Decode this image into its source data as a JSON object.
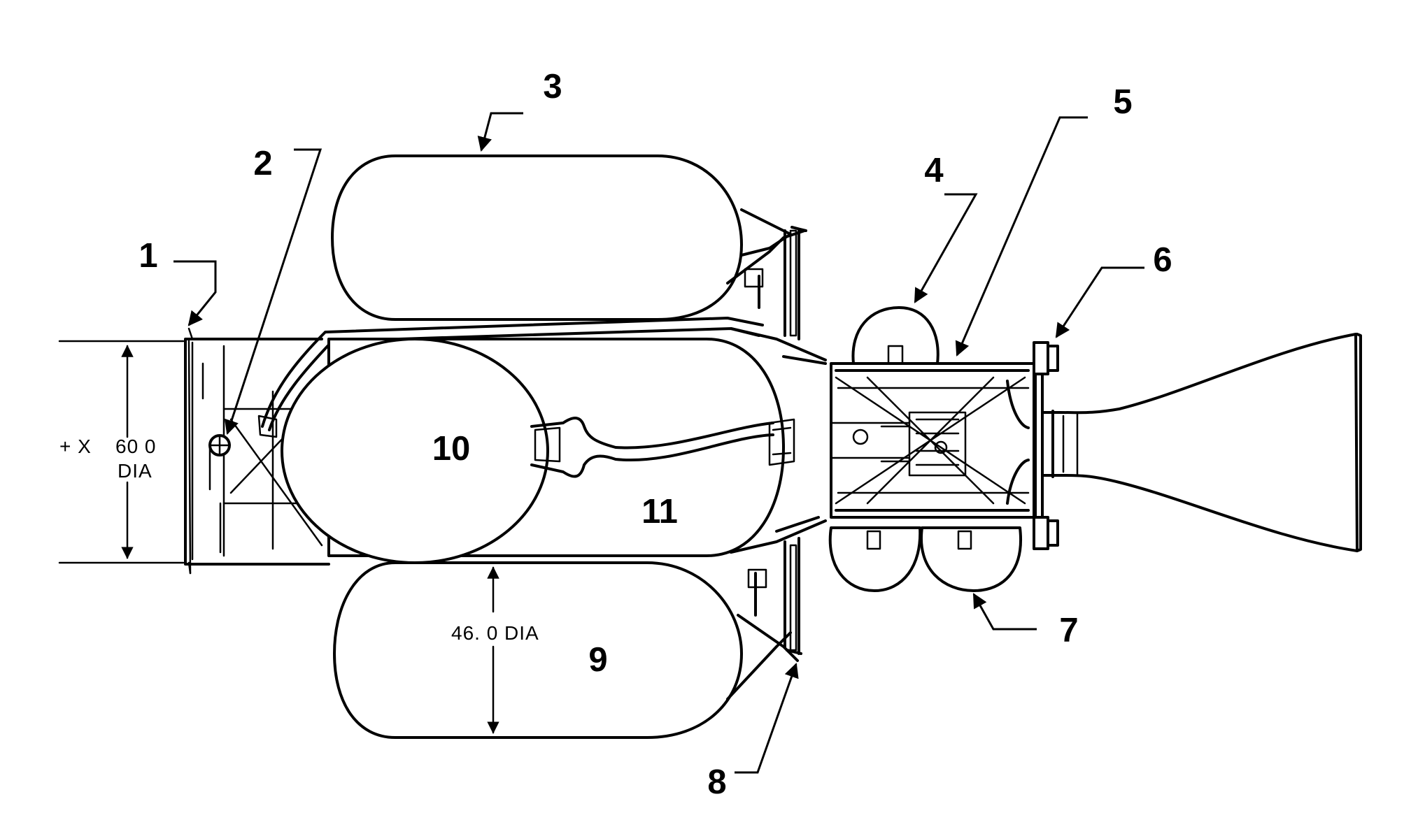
{
  "callouts": {
    "c1": "1",
    "c2": "2",
    "c3": "3",
    "c4": "4",
    "c5": "5",
    "c6": "6",
    "c7": "7",
    "c8": "8",
    "c9": "9",
    "c10": "10",
    "c11": "11"
  },
  "dimensions": {
    "x_axis_label": "+ X",
    "outer_diameter_value": "60 0",
    "outer_diameter_unit": "DIA",
    "tank_diameter": "46. 0 DIA"
  }
}
